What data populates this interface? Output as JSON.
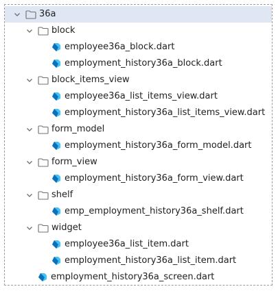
{
  "tree": {
    "root": {
      "label": "36a",
      "expanded": true
    },
    "folders": [
      {
        "label": "block",
        "files": [
          "employee36a_block.dart",
          "employment_history36a_block.dart"
        ]
      },
      {
        "label": "block_items_view",
        "files": [
          "employee36a_list_items_view.dart",
          "employment_history36a_list_items_view.dart"
        ]
      },
      {
        "label": "form_model",
        "files": [
          "employment_history36a_form_model.dart"
        ]
      },
      {
        "label": "form_view",
        "files": [
          "employment_history36a_form_view.dart"
        ]
      },
      {
        "label": "shelf",
        "files": [
          "emp_employment_history36a_shelf.dart"
        ]
      },
      {
        "label": "widget",
        "files": [
          "employee36a_list_item.dart",
          "employment_history36a_list_item.dart"
        ]
      }
    ],
    "root_files": [
      "employment_history36a_screen.dart"
    ]
  },
  "icons": {
    "chevron": "chevron-down-icon",
    "folder": "folder-icon",
    "dart_file": "dart-file-icon"
  },
  "colors": {
    "selection": "#dfe6f4",
    "dart_dark": "#0d6fb8",
    "dart_light": "#41c4f3",
    "folder_stroke": "#6e6e6e"
  }
}
